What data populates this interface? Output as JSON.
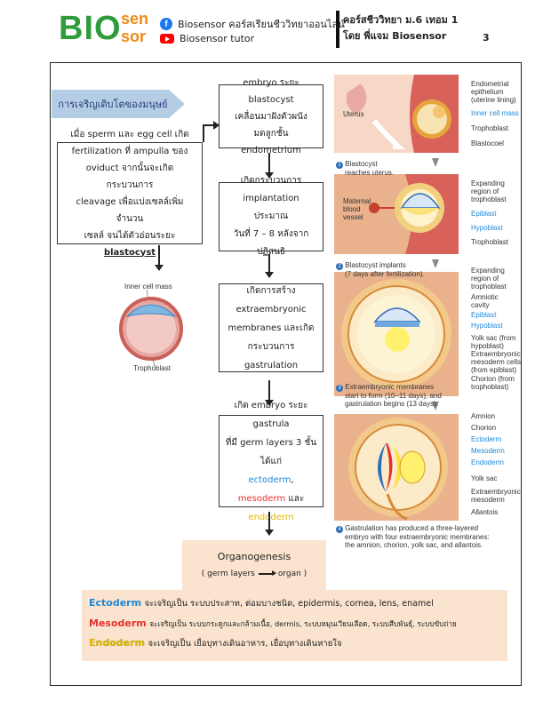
{
  "header": {
    "logo_bio": "BIO",
    "logo_sen": "sen",
    "logo_sor": "sor",
    "facebook_text": "Biosensor คอร์สเรียนชีววิทยาออนไลน์",
    "youtube_text": "Biosensor tutor",
    "course_line1": "คอร์สชีววิทยา ม.6 เทอม 1",
    "course_line2": "โดย พี่แจม Biosensor",
    "page_number": "3"
  },
  "flow": {
    "title": "การเจริญเติบโตของมนุษย์",
    "start_box": [
      "เมื่อ sperm และ egg cell เกิด",
      "fertilization ที่ ampulla ของ",
      "oviduct จากนั้นจะเกิดกระบวนการ",
      "cleavage เพื่อแบ่งเซลล์เพิ่มจำนวน",
      "เซลล์ จนได้ตัวอ่อนระยะ"
    ],
    "start_box_keyword": "blastocyst",
    "step1": [
      "embryo ระยะ blastocyst",
      "เคลื่อนมาฝังตัวผนังมดลูกชั้น",
      "endometrium"
    ],
    "step2": [
      "เกิดกระบวนการ",
      "implantation ประมาณ",
      "วันที่ 7 – 8 หลังจากปฏิสนธิ"
    ],
    "step3": [
      "เกิดการสร้าง",
      "extraembryonic",
      "membranes และเกิด",
      "กระบวนการ gastrulation"
    ],
    "step4_line1": "เกิด embryo ระยะ gastrula",
    "step4_line2": "ที่มี germ layers 3 ชั้น ได้แก่",
    "step4_ecto": "ectoderm",
    "step4_sep": ",",
    "step4_meso": "mesoderm",
    "step4_and": "และ",
    "step4_endo": "endoderm"
  },
  "blastocyst_fig": {
    "inner_cell_mass": "Inner cell mass",
    "trophoblast": "Trophoblast"
  },
  "right_fig": {
    "labels_1": [
      "Endometrial",
      "epithelium",
      "(uterine lining)"
    ],
    "uterus": "Uterus",
    "inner_cell_mass": "Inner cell mass",
    "trophoblast": "Trophoblast",
    "blastocoel": "Blastocoel",
    "cap1_num": "1",
    "cap1": [
      "Blastocyst",
      "reaches uterus."
    ],
    "expanding": [
      "Expanding",
      "region of",
      "trophoblast"
    ],
    "maternal": [
      "Maternal",
      "blood",
      "vessel"
    ],
    "epiblast": "Epiblast",
    "hypoblast": "Hypoblast",
    "trophoblast2": "Trophoblast",
    "cap2_num": "2",
    "cap2": [
      "Blastocyst implants",
      "(7 days after fertilization)."
    ],
    "expanding2": [
      "Expanding",
      "region of",
      "trophoblast"
    ],
    "amniotic": [
      "Amniotic",
      "cavity"
    ],
    "epiblast2": "Epiblast",
    "hypoblast2": "Hypoblast",
    "yolk_sac": [
      "Yolk sac (from",
      "hypoblast)"
    ],
    "extra_meso": [
      "Extraembryonic",
      "mesoderm cells",
      "(from epiblast)"
    ],
    "chorion": [
      "Chorion (from",
      "trophoblast)"
    ],
    "cap3_num": "3",
    "cap3": [
      "Extraembryonic membranes",
      "start to form (10–11 days), and",
      "gastrulation begins (13 days)."
    ],
    "amnion": "Amnion",
    "chorion2": "Chorion",
    "ectoderm": "Ectoderm",
    "mesoderm": "Mesoderm",
    "endoderm": "Endoderm",
    "yolk_sac2": "Yolk sac",
    "extra_meso2": [
      "Extraembryonic",
      "mesoderm"
    ],
    "allantois": "Allantois",
    "cap4_num": "4",
    "cap4": [
      "Gastrulation has produced a three-layered",
      "embryo with four extraembryonic membranes:",
      "the amnion, chorion, yolk sac, and allantois."
    ]
  },
  "organogenesis": {
    "title": "Organogenesis",
    "subtitle_left": "( germ layers",
    "subtitle_right": "organ )"
  },
  "derivatives": [
    {
      "name": "Ectoderm",
      "text": "จะเจริญเป็น ระบบประสาท, ต่อมบางชนิด, epidermis, cornea, lens, enamel"
    },
    {
      "name": "Mesoderm",
      "text": "จะเจริญเป็น ระบบกระดูกและกล้ามเนื้อ, dermis, ระบบหมุนเวียนเลือด, ระบบสืบพันธุ์, ระบบขับถ่าย"
    },
    {
      "name": "Endoderm",
      "text": "จะเจริญเป็น เยื่อบุทางเดินอาหาร, เยื่อบุทางเดินหายใจ"
    }
  ],
  "colors": {
    "ectoderm": "#1e88d6",
    "mesoderm": "#e53030",
    "endoderm": "#e0b800",
    "panel": "#fbe4cf",
    "banner": "#b5cde4"
  }
}
